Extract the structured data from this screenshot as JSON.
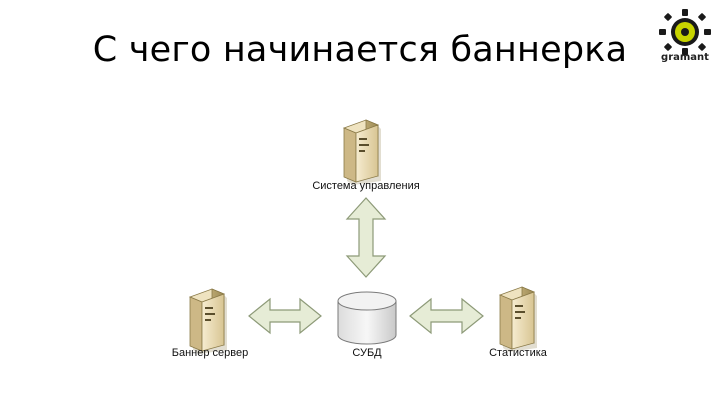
{
  "slide": {
    "title": "С чего начинается баннерка"
  },
  "logo": {
    "text": "gramant",
    "icon": "gramant-logo-icon",
    "colors": {
      "ring": "#1a1a1a",
      "center": "#c8d400"
    }
  },
  "diagram": {
    "nodes": {
      "management": {
        "label": "Система управления",
        "icon": "server-icon"
      },
      "banner_server": {
        "label": "Баннер сервер",
        "icon": "server-icon"
      },
      "dbms": {
        "label": "СУБД",
        "icon": "database-icon"
      },
      "statistics": {
        "label": "Статистика",
        "icon": "server-icon"
      }
    },
    "arrows": [
      {
        "from": "management",
        "to": "dbms",
        "direction": "bidirectional"
      },
      {
        "from": "banner_server",
        "to": "dbms",
        "direction": "bidirectional"
      },
      {
        "from": "statistics",
        "to": "dbms",
        "direction": "bidirectional"
      }
    ],
    "colors": {
      "server_body": "#e9dcb6",
      "server_shade": "#b9a670",
      "arrow_fill": "#e6ecd6",
      "arrow_stroke": "#8d9a78",
      "db_fill": "#ededed"
    }
  }
}
